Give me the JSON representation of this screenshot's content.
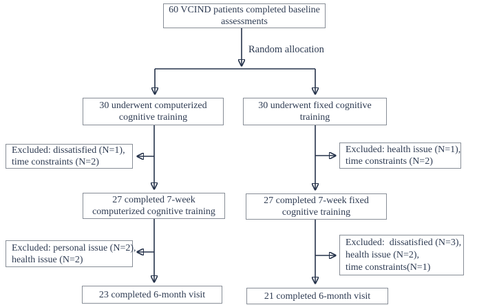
{
  "diagram": {
    "type": "consort-flowchart",
    "nodes": {
      "baseline": {
        "line1": "60 VCIND patients completed baseline",
        "line2": "assessments"
      },
      "allocation_label": "Random allocation",
      "left_branch": {
        "line1": "30 underwent computerized",
        "line2": "cognitive training"
      },
      "right_branch": {
        "line1": "30 underwent fixed cognitive",
        "line2": "training"
      },
      "left_excl1": {
        "line1": "Excluded: dissatisfied (N=1),",
        "line2": "time constraints (N=2)"
      },
      "right_excl1": {
        "line1": "Excluded: health issue (N=1),",
        "line2": "time constraints (N=2)"
      },
      "left_mid": {
        "line1": "27 completed 7-week",
        "line2": "computerized cognitive training"
      },
      "right_mid": {
        "line1": "27 completed 7-week fixed",
        "line2": "cognitive training"
      },
      "left_excl2": {
        "line1": "Excluded: personal issue (N=2),",
        "line2": "health issue (N=2)"
      },
      "right_excl2": {
        "line1": "Excluded:  dissatisfied (N=3),",
        "line2": "health issue (N=2),",
        "line3": "time constraints(N=1)"
      },
      "left_final": {
        "line1": "23 completed 6-month visit"
      },
      "right_final": {
        "line1": "21 completed 6-month visit"
      }
    },
    "colors": {
      "text": "#2e3b52",
      "box_border": "#878d96",
      "arrow": "#25324a",
      "background": "#ffffff"
    }
  }
}
